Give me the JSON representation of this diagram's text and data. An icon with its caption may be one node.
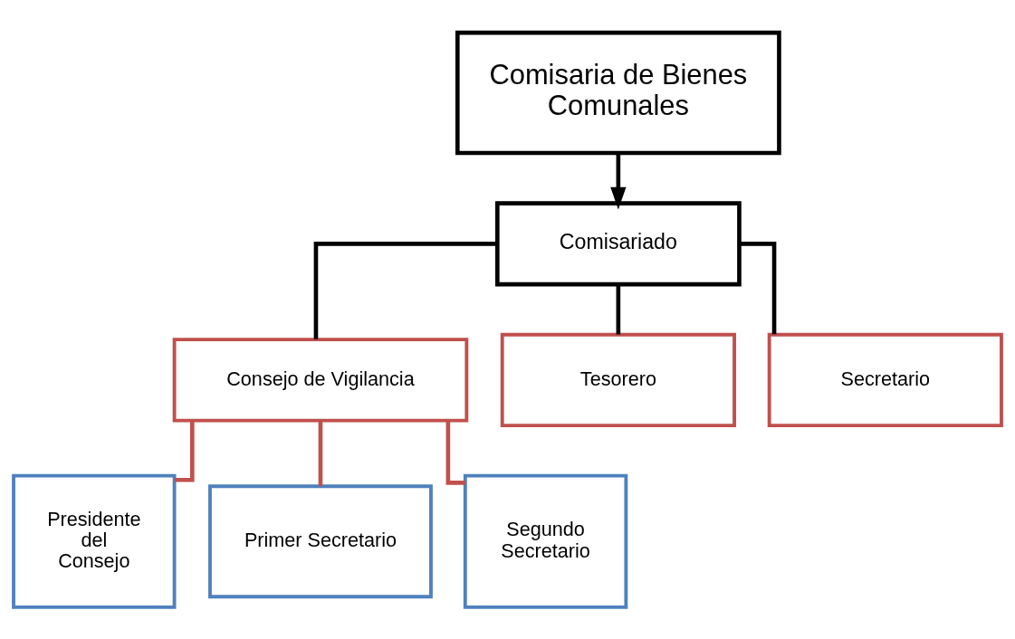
{
  "diagram": {
    "nodes": [
      {
        "text": [
          "Comisaria de Bienes Comunales"
        ]
      },
      {
        "text": [
          "Comisariado"
        ]
      },
      {
        "text": [
          "Consejo de Vigilancia"
        ]
      },
      {
        "text": [
          "Tesorero"
        ]
      },
      {
        "text": [
          "Secretario"
        ]
      },
      {
        "text": [
          "Presidente del Consejo"
        ]
      },
      {
        "text": [
          "Primer Secretario"
        ]
      },
      {
        "text": [
          "Segundo Secretario"
        ]
      }
    ],
    "edges": [
      {
        "from": 0,
        "to": 1,
        "arrow": "to"
      },
      {
        "from": 1,
        "to": 2,
        "arrow": "none"
      },
      {
        "from": 1,
        "to": 3,
        "arrow": "none"
      },
      {
        "from": 1,
        "to": 4,
        "arrow": "none"
      },
      {
        "from": 2,
        "to": 5,
        "arrow": "none",
        "color": "#c0504d"
      },
      {
        "from": 2,
        "to": 6,
        "arrow": "none",
        "color": "#c0504d"
      },
      {
        "from": 2,
        "to": 7,
        "arrow": "none",
        "color": "#c0504d"
      }
    ]
  }
}
